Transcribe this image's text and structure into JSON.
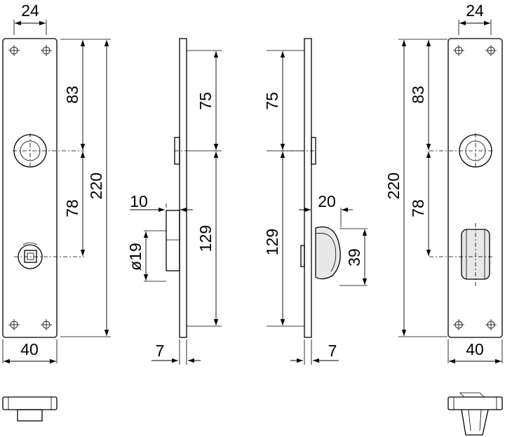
{
  "view1": {
    "width_top": "24",
    "height_83": "83",
    "height_78": "78",
    "height_220": "220",
    "width_bottom": "40"
  },
  "view2": {
    "height_75": "75",
    "height_129": "129",
    "dim_10": "10",
    "diameter": "ø19",
    "thickness": "7"
  },
  "view3": {
    "height_75": "75",
    "height_129": "129",
    "dim_20": "20",
    "height_39": "39",
    "thickness": "7"
  },
  "view4": {
    "width_top": "24",
    "height_83": "83",
    "height_78": "78",
    "height_220": "220",
    "width_bottom": "40"
  }
}
